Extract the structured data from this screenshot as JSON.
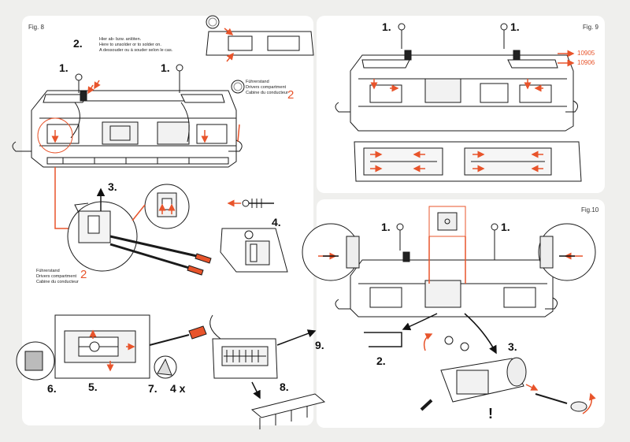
{
  "figures": {
    "fig8": "Fig. 8",
    "fig9": "Fig. 9",
    "fig10": "Fig.10"
  },
  "fig8": {
    "step1_left": "1.",
    "step1_right": "1.",
    "step2": "2.",
    "step2_note_de": "Hier ab- bzw. anlöten.",
    "step2_note_en": "Here to unsolder or to solder on.",
    "step2_note_fr": "A dessouder ou à souder selon le cas.",
    "cab_top": {
      "de": "Führerstand",
      "en": "Drivers compartment",
      "fr": "Cabine du conducteur",
      "num": "2"
    },
    "cab_bottom": {
      "de": "Führerstand",
      "en": "Drivers compartment",
      "fr": "Cabine du conducteur",
      "num": "2"
    },
    "step3": "3.",
    "step4": "4.",
    "step5": "5.",
    "step6": "6.",
    "step7": "7.",
    "step7_count": "4 x",
    "step8": "8.",
    "step9": "9."
  },
  "fig9": {
    "step1_left": "1.",
    "step1_right": "1.",
    "legend_1": "10905",
    "legend_2": "10906"
  },
  "fig10": {
    "step1_left": "1.",
    "step1_right": "1.",
    "step2": "2.",
    "step3": "3.",
    "warning": "!"
  },
  "colors": {
    "accent": "#e8542b",
    "line": "#1a1a1a"
  }
}
